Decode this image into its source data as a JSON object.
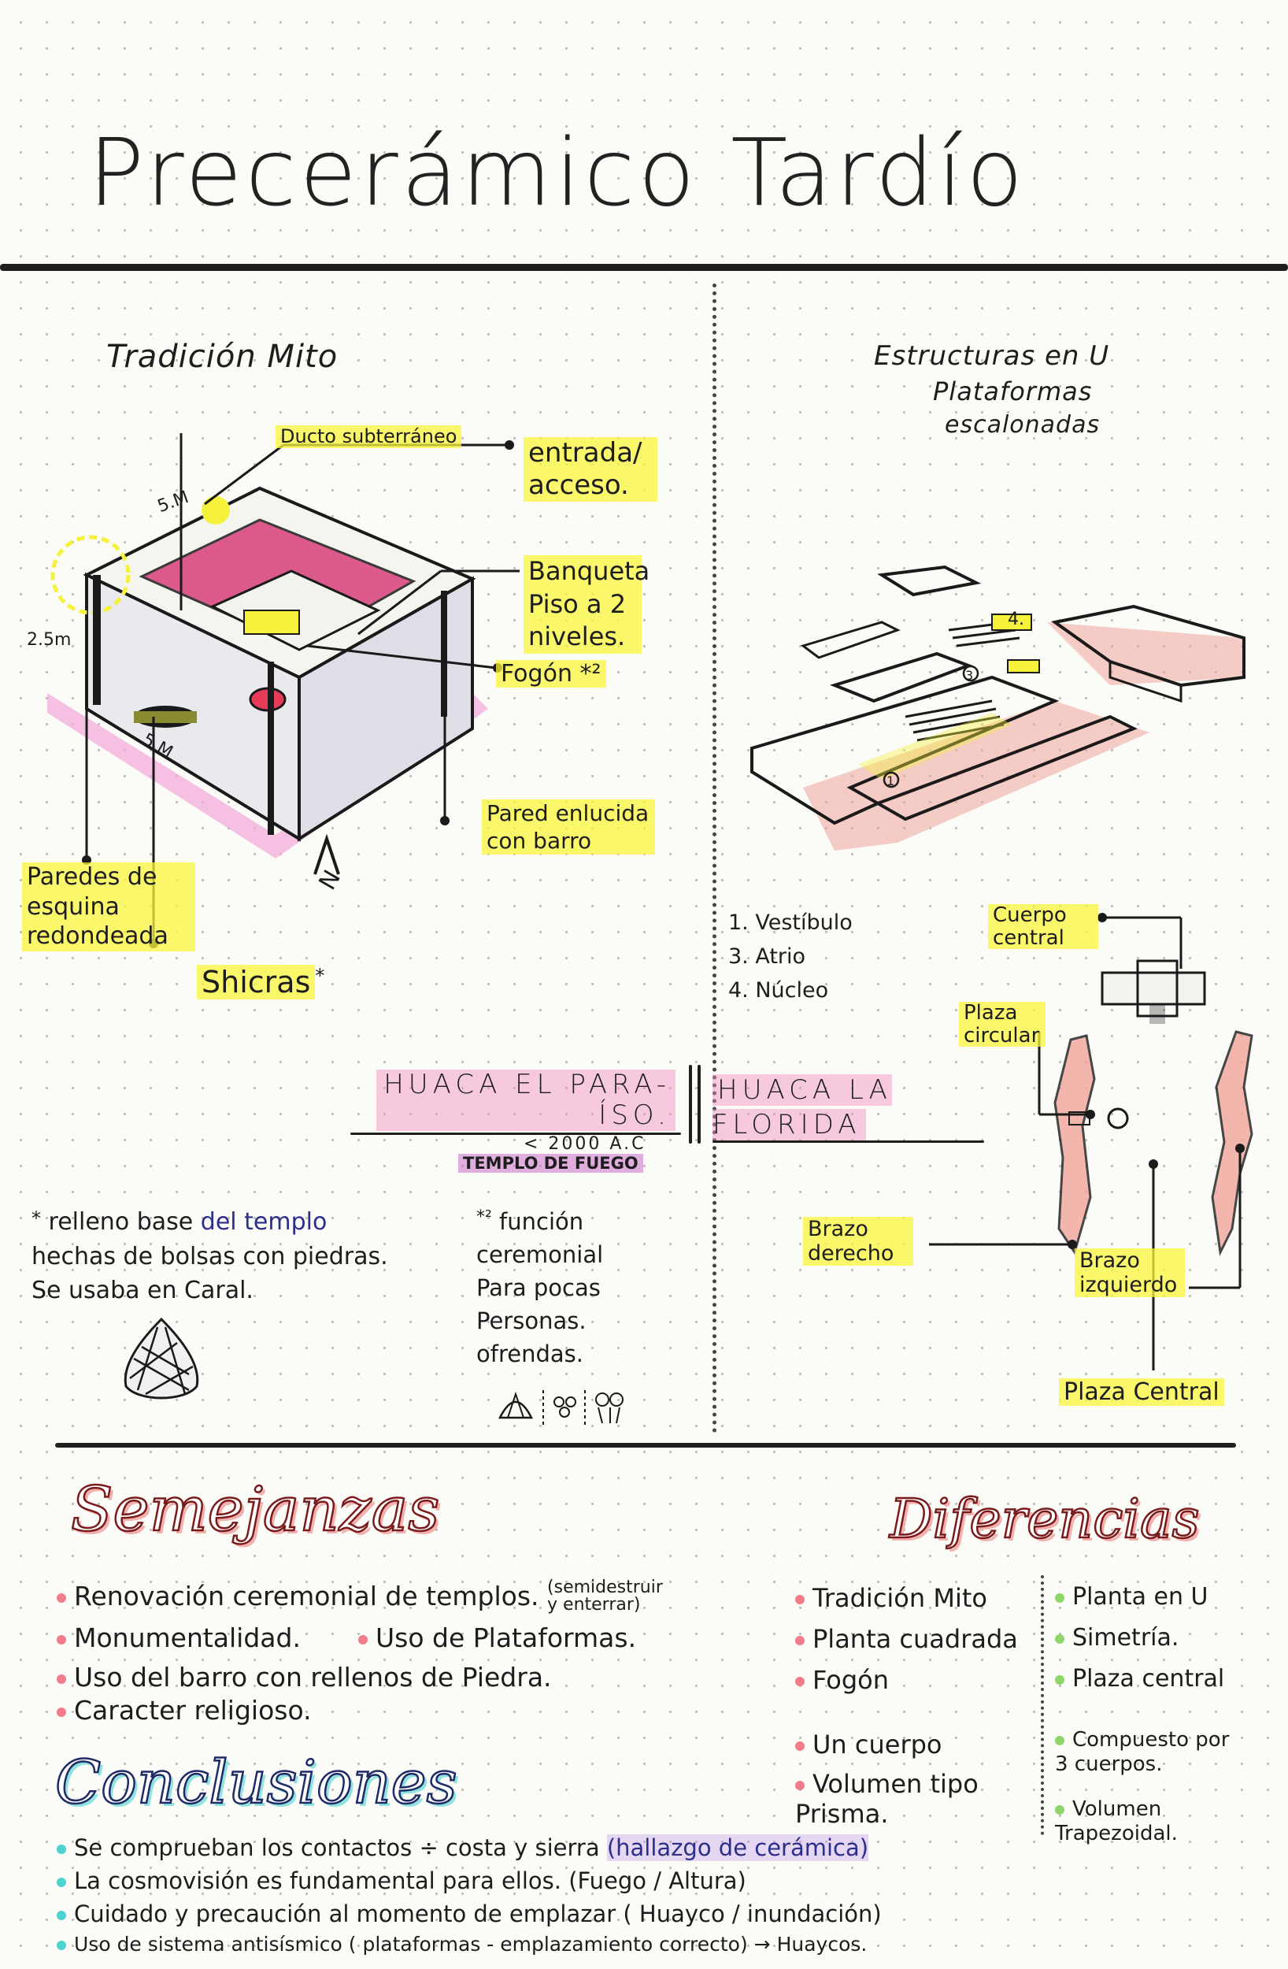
{
  "title": "Precerámico Tardío",
  "left": {
    "heading": "Tradición Mito",
    "labels": {
      "ducto": "Ducto subterráneo",
      "entrada": "entrada/ acceso.",
      "banqueta": "Banqueta Piso a 2 niveles.",
      "fogon": "Fogón *²",
      "pared": "Pared enlucida con barro",
      "paredes": "Paredes de esquina redondeada",
      "shicras": "Shicras",
      "shicras_mark": "*",
      "dim_5m_top": "5.M",
      "dim_5m_bottom": "5.M",
      "dim_height": "2.5m",
      "north": "N"
    },
    "site_name": "HUACA EL PARA- ÍSO.",
    "date": "< 2000 A.C",
    "temple": "TEMPLO DE FUEGO",
    "note1": {
      "mark": "*",
      "pre": "relleno base",
      "highlight": "del templo",
      "rest": "hechas de bolsas con piedras. Se usaba en Caral."
    },
    "note2": {
      "mark": "*²",
      "text": "función ceremonial Para pocas Personas. ofrendas."
    }
  },
  "right": {
    "heading_line1": "Estructuras en U",
    "heading_line2": "Plataformas",
    "heading_line3": "escalonadas",
    "numbers": [
      "4.",
      "3",
      "1"
    ],
    "legend": [
      "1. Vestíbulo",
      "3. Atrio",
      "4. Núcleo"
    ],
    "site_name": "HUACA LA FLORIDA",
    "labels": {
      "cuerpo": "Cuerpo central",
      "plaza_circular": "Plaza circular",
      "brazo_derecho": "Brazo derecho",
      "brazo_izquierdo": "Brazo izquierdo",
      "plaza_central": "Plaza Central"
    }
  },
  "semejanzas": {
    "heading": "Semejanzas",
    "items": [
      {
        "text": "Renovación ceremonial de templos.",
        "note": "(semidestruir y enterrar)"
      },
      {
        "text": "Monumentalidad."
      },
      {
        "text": "Uso de Plataformas."
      },
      {
        "text": "Uso del barro con rellenos de Piedra."
      },
      {
        "text": "Caracter religioso."
      }
    ]
  },
  "diferencias": {
    "heading": "Diferencias",
    "left_col": [
      "Tradición Mito",
      "Planta cuadrada",
      "Fogón",
      "Un cuerpo",
      "Volumen tipo Prisma."
    ],
    "right_col": [
      "Planta en U",
      "Simetría.",
      "Plaza central",
      "Compuesto por 3 cuerpos.",
      "Volumen Trapezoidal."
    ]
  },
  "conclusiones": {
    "heading": "Conclusiones",
    "items": [
      {
        "text": "Se comprueban los contactos ÷ costa y sierra",
        "tail": "(hallazgo de cerámica)"
      },
      {
        "text": "La cosmovisión es fundamental para ellos. (Fuego / Altura)"
      },
      {
        "text": "Cuidado y precaución al momento de emplazar ( Huayco / inundación)"
      },
      {
        "text": "Uso de sistema antisísmico ( plataformas - emplazamiento correcto) → Huaycos."
      }
    ]
  },
  "colors": {
    "pink": "#f27d8a",
    "yellow": "#f6f23c",
    "green": "#8fd66a",
    "teal": "#4fd3d0",
    "magenta_fill": "#d8407a",
    "salmon_fill": "#f0a59a"
  }
}
